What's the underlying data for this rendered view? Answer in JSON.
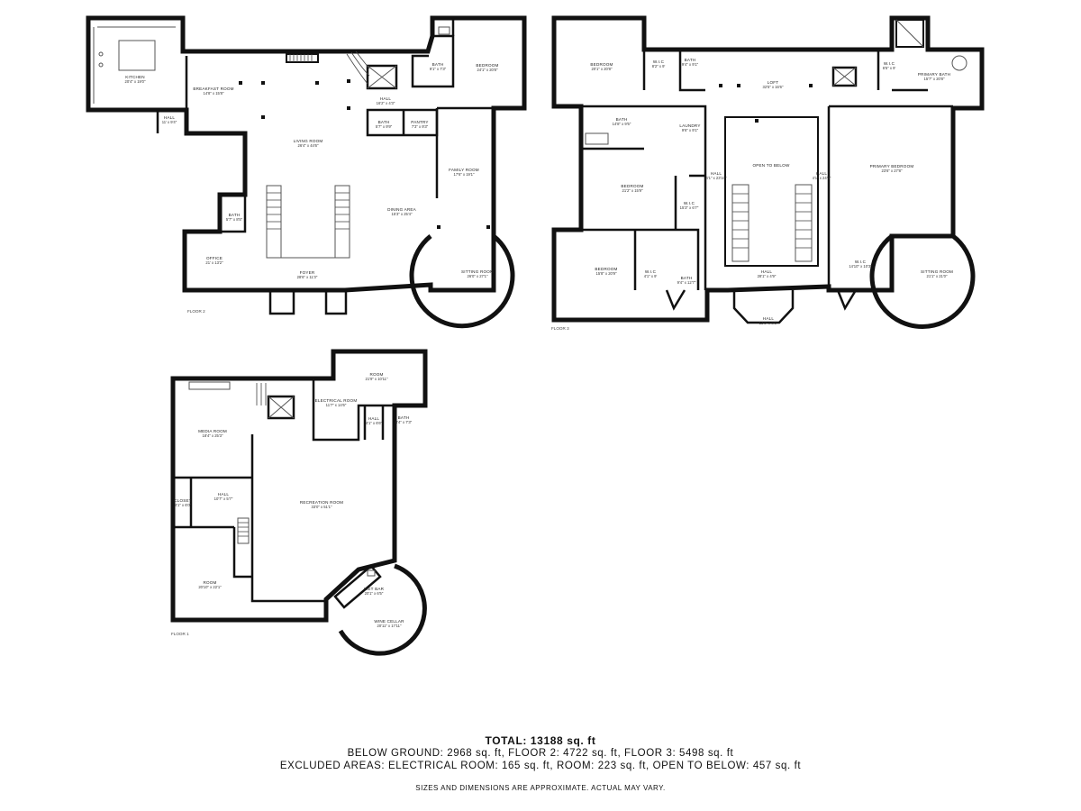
{
  "summary": {
    "total": "TOTAL: 13188 sq. ft",
    "line1": "BELOW GROUND: 2968 sq. ft, FLOOR 2: 4722 sq. ft, FLOOR 3: 5498 sq. ft",
    "line2": "EXCLUDED AREAS: ELECTRICAL ROOM: 165 sq. ft, ROOM: 223 sq. ft, OPEN TO BELOW: 457 sq. ft",
    "disclaimer": "SIZES AND DIMENSIONS ARE APPROXIMATE. ACTUAL MAY VARY."
  },
  "floors": {
    "floor2": {
      "label": "FLOOR 2",
      "rooms": {
        "kitchen": {
          "name": "KITCHEN",
          "dim": "20'4\" x 19'0\""
        },
        "breakfast": {
          "name": "BREAKFAST ROOM",
          "dim": "14'8\" x 15'8\""
        },
        "hall_a": {
          "name": "HALL",
          "dim": "11' x 9'4\""
        },
        "living": {
          "name": "LIVING ROOM",
          "dim": "26'4\" x 44'6\""
        },
        "bath_a": {
          "name": "BATH",
          "dim": "9'1\" x 7'3\""
        },
        "bath_b": {
          "name": "BATH",
          "dim": "5'7\" x 9'9\""
        },
        "pantry": {
          "name": "PANTRY",
          "dim": "7'3\" x 9'3\""
        },
        "hall_b": {
          "name": "HALL",
          "dim": "16'2\" x 4'3\""
        },
        "bedroom": {
          "name": "BEDROOM",
          "dim": "24'1\" x 20'8\""
        },
        "family": {
          "name": "FAMILY ROOM",
          "dim": "17'6\" x 19'1\""
        },
        "dining": {
          "name": "DINING AREA",
          "dim": "15'3\" x 25'4\""
        },
        "bath_c": {
          "name": "BATH",
          "dim": "5'7\" x 8'5\""
        },
        "office": {
          "name": "OFFICE",
          "dim": "21' x 13'2\""
        },
        "foyer": {
          "name": "FOYER",
          "dim": "28'6\" x 11'3\""
        },
        "sitting": {
          "name": "SITTING ROOM",
          "dim": "26'0\" x 27'1\""
        }
      }
    },
    "floor3": {
      "label": "FLOOR 3",
      "rooms": {
        "bedroom_a": {
          "name": "BEDROOM",
          "dim": "20'1\" x 20'8\""
        },
        "wic_a": {
          "name": "W.I.C",
          "dim": "8'2\" x 9'"
        },
        "bath_a": {
          "name": "BATH",
          "dim": "9'4\" x 9'1\""
        },
        "loft": {
          "name": "LOFT",
          "dim": "32'5\" x 16'6\""
        },
        "wic_b": {
          "name": "W.I.C",
          "dim": "6'5\" x 9'"
        },
        "primary_bath": {
          "name": "PRIMARY BATH",
          "dim": "15'7\" x 20'8\""
        },
        "bath_b": {
          "name": "BATH",
          "dim": "14'8\" x 9'5\""
        },
        "laundry": {
          "name": "LAUNDRY",
          "dim": "9'6\" x 9'1\""
        },
        "bedroom_b": {
          "name": "BEDROOM",
          "dim": "21'2\" x 15'9\""
        },
        "hall_a": {
          "name": "HALL",
          "dim": "4'1\" x 23'10\""
        },
        "open_below": {
          "name": "OPEN TO BELOW",
          "dim": ""
        },
        "hall_b": {
          "name": "HALL",
          "dim": "4'1\" x 24'0\""
        },
        "primary_bed": {
          "name": "PRIMARY BEDROOM",
          "dim": "23'6\" x 27'8\""
        },
        "wic_c": {
          "name": "W.I.C",
          "dim": "15'3\" x 6'7\""
        },
        "bedroom_c": {
          "name": "BEDROOM",
          "dim": "15'8\" x 20'9\""
        },
        "wic_d": {
          "name": "W.I.C",
          "dim": "4'1\" x 9'"
        },
        "bath_c": {
          "name": "BATH",
          "dim": "9'4\" x 12'7\""
        },
        "hall_c": {
          "name": "HALL",
          "dim": "28'1\" x 4'9\""
        },
        "hall_d": {
          "name": "HALL",
          "dim": "13'0\" x 8'5\""
        },
        "wic_e": {
          "name": "W.I.C",
          "dim": "14'10\" x 10'3\""
        },
        "sitting": {
          "name": "SITTING ROOM",
          "dim": "21'1\" x 21'0\""
        }
      }
    },
    "floor1": {
      "label": "FLOOR 1",
      "rooms": {
        "media": {
          "name": "MEDIA ROOM",
          "dim": "18'4\" x 25'3\""
        },
        "room_top": {
          "name": "ROOM",
          "dim": "21'9\" x 10'11\""
        },
        "electrical": {
          "name": "ELECTRICAL ROOM",
          "dim": "11'7\" x 14'6\""
        },
        "hall_a": {
          "name": "HALL",
          "dim": "4'1\" x 6'6\""
        },
        "bath": {
          "name": "BATH",
          "dim": "8'4\" x 7'3\""
        },
        "closet": {
          "name": "CLOSET",
          "dim": "4'1\" x 6'0\""
        },
        "hall_b": {
          "name": "HALL",
          "dim": "10'7\" x 5'7\""
        },
        "recreation": {
          "name": "RECREATION ROOM",
          "dim": "33'0\" x 51'1\""
        },
        "room_bottom": {
          "name": "ROOM",
          "dim": "20'10\" x 22'1\""
        },
        "wet_bar": {
          "name": "WET BAR",
          "dim": "20'1\" x 6'5\""
        },
        "wine": {
          "name": "WINE CELLAR",
          "dim": "20'11\" x 17'11\""
        }
      }
    }
  }
}
